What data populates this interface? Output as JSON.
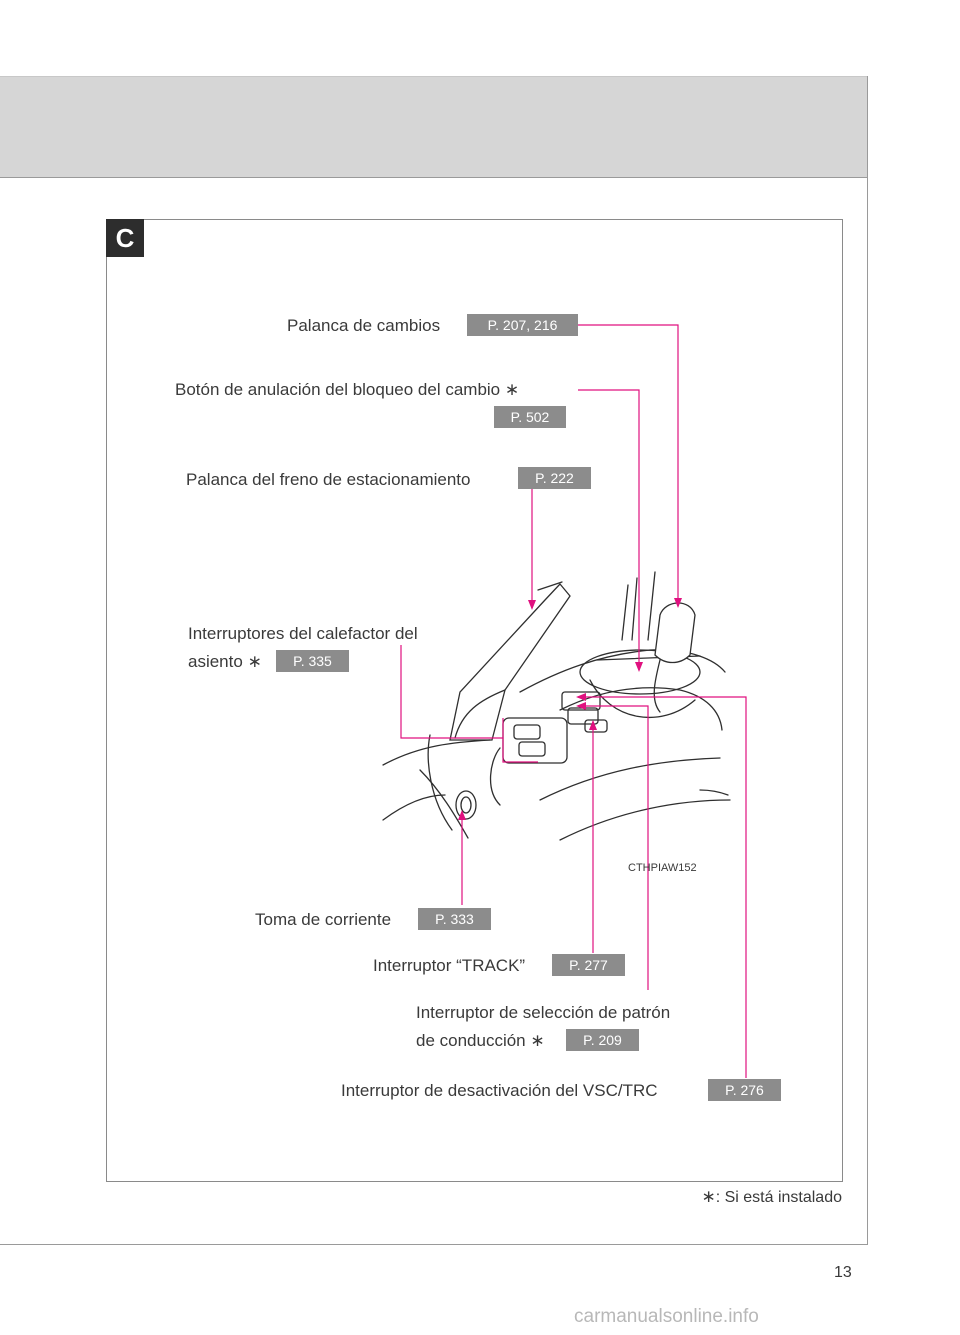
{
  "section": {
    "letter": "C"
  },
  "callouts": [
    {
      "label": "Palanca de cambios",
      "ref": "P. 207, 216"
    },
    {
      "label": "Botón de anulación del bloqueo del cambio",
      "star": "∗",
      "ref": "P. 502"
    },
    {
      "label": "Palanca del freno de estacionamiento",
      "ref": "P. 222"
    },
    {
      "label_line1": "Interruptores del calefactor del",
      "label_line2": "asiento",
      "star": "∗",
      "ref": "P. 335"
    },
    {
      "label": "Toma de corriente",
      "ref": "P. 333"
    },
    {
      "label": "Interruptor “TRACK”",
      "ref": "P. 277"
    },
    {
      "label_line1": "Interruptor de selección de patrón",
      "label_line2": "de conducción",
      "star": "∗",
      "ref": "P. 209"
    },
    {
      "label": "Interruptor de desactivación del VSC/TRC",
      "ref": "P. 276"
    }
  ],
  "illustration": {
    "code": "CTHPIAW152"
  },
  "footnote": {
    "star": "∗",
    "text": ": Si está instalado"
  },
  "page_number": "13",
  "watermark": "carmanualsonline.info",
  "colors": {
    "leader": "#e0117f",
    "badge": "#8c8c8c",
    "band": "#d6d6d6"
  }
}
